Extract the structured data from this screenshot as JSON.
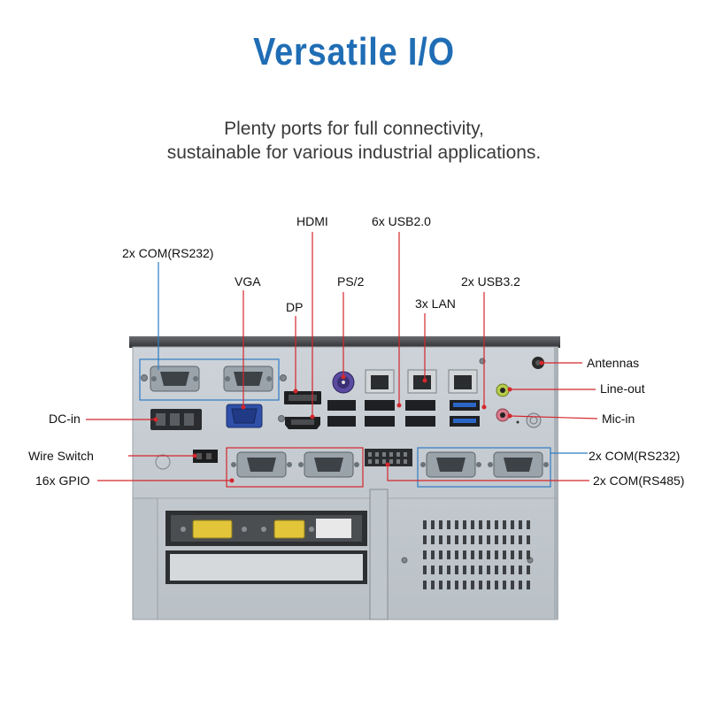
{
  "title": "Versatile I/O",
  "subtitle": [
    "Plenty ports for full connectivity,",
    "sustainable for various industrial applications."
  ],
  "labels": {
    "hdmi": "HDMI",
    "usb20": "6x USB2.0",
    "com232_top": "2x COM(RS232)",
    "vga": "VGA",
    "ps2": "PS/2",
    "usb32": "2x USB3.2",
    "dp": "DP",
    "lan": "3x LAN",
    "antennas": "Antennas",
    "line_out": "Line-out",
    "mic_in": "Mic-in",
    "dc_in": "DC-in",
    "wire_switch": "Wire Switch",
    "com232_right": "2x COM(RS232)",
    "gpio": "16x GPIO",
    "com485": "2x COM(RS485)"
  },
  "colors": {
    "title": "#1f6db5",
    "red_leader": "#d4262c",
    "blue_leader": "#2e7bc4",
    "chassis": "#c4cbd1",
    "chassis_dark": "#4d4f52"
  }
}
